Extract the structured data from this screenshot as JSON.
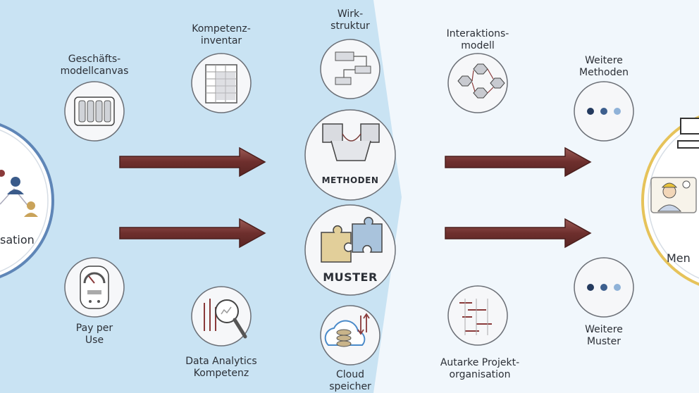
{
  "left_org": {
    "label_fragment": "sation"
  },
  "right_org": {
    "label_fragment": "Men"
  },
  "tools": {
    "geschaeftsmodell": "Geschäfts-\nmodellcanvas",
    "kompetenz": "Kompetenz-\ninventar",
    "payperuse": "Pay per\nUse",
    "dataanalytics": "Data Analytics\nKompetenz",
    "wirkstruktur": "Wirk-\nstruktur",
    "methoden": "METHODEN",
    "muster": "MUSTER",
    "cloud": "Cloud\nspeicher",
    "interaktion": "Interaktions-\nmodell",
    "autarke": "Autarke Projekt-\norganisation",
    "weitere_methoden": "Weitere\nMethoden",
    "weitere_muster": "Weitere\nMuster"
  },
  "colors": {
    "left_bg": "#c9e3f3",
    "right_bg": "#f1f7fc",
    "arrow": "#7a3d3a",
    "left_ring": "#5f86b7",
    "right_ring": "#e6c35a"
  }
}
